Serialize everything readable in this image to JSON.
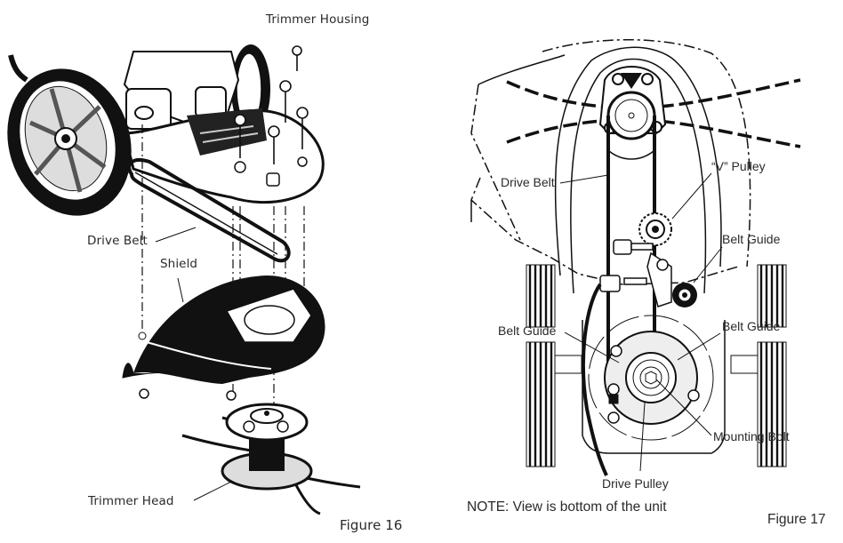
{
  "figure16": {
    "caption": "Figure 16",
    "labels": {
      "trimmer_housing": "Trimmer Housing",
      "drive_belt": "Drive Belt",
      "shield": "Shield",
      "trimmer_head": "Trimmer Head"
    }
  },
  "figure17": {
    "caption": "Figure 17",
    "note": "NOTE: View is bottom of the unit",
    "labels": {
      "drive_belt": "Drive Belt",
      "v_pulley": "“V” Pulley",
      "belt_guide_upper": "Belt Guide",
      "belt_guide_left": "Belt Guide",
      "belt_guide_right": "Belt Guide",
      "mounting_bolt": "Mounting Bolt",
      "drive_pulley": "Drive Pulley"
    }
  }
}
